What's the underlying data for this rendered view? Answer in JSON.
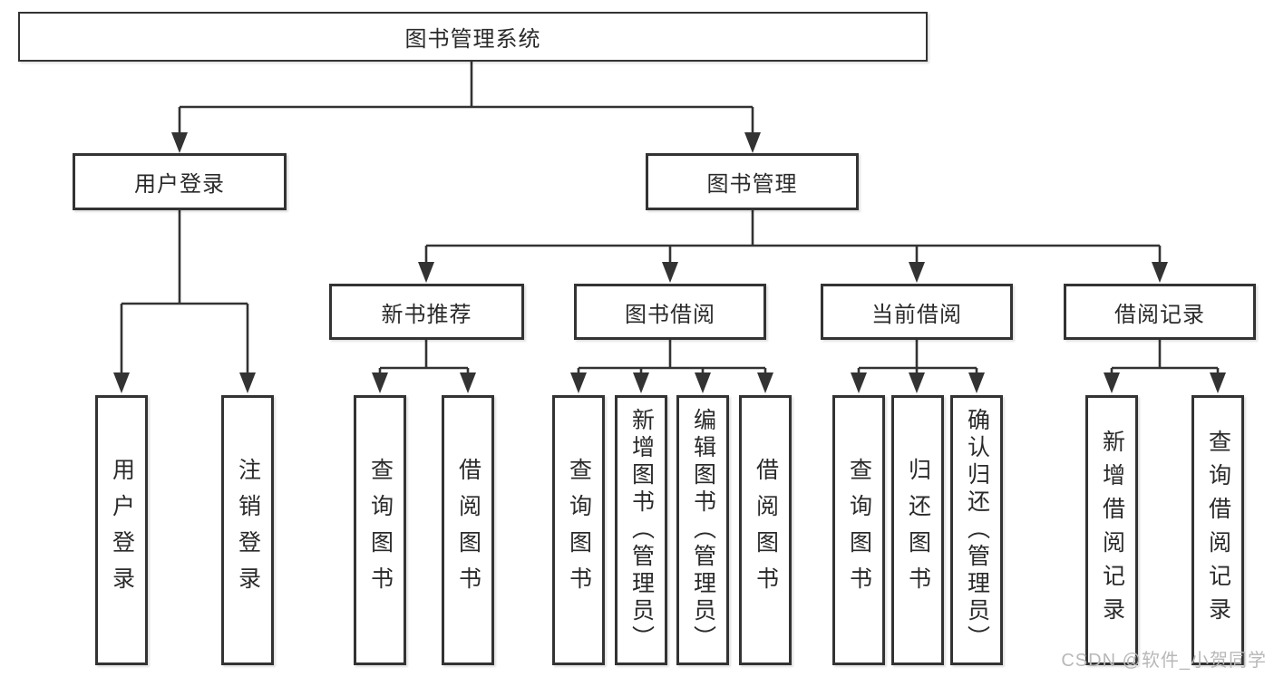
{
  "diagram": {
    "type": "hierarchy-tree",
    "root": "图书管理系统",
    "level2": [
      "用户登录",
      "图书管理"
    ],
    "level3": [
      "新书推荐",
      "图书借阅",
      "当前借阅",
      "借阅记录"
    ],
    "children": {
      "user_login": [
        "用户登录",
        "注销登录"
      ],
      "new_book_recommend": [
        "查询图书",
        "借阅图书"
      ],
      "book_borrowing": [
        "查询图书",
        "新增图书（管理员）",
        "编辑图书（管理员）",
        "借阅图书"
      ],
      "current_borrowing": [
        "查询图书",
        "归还图书",
        "确认归还（管理员）"
      ],
      "borrowing_records": [
        "新增借阅记录",
        "查询借阅记录"
      ]
    },
    "watermark": "CSDN @软件_小贺同学",
    "colors": {
      "line": "#333333",
      "border": "#333333",
      "text": "#2a2a2a",
      "background": "#ffffff",
      "watermark": "#b8b8b8"
    }
  }
}
